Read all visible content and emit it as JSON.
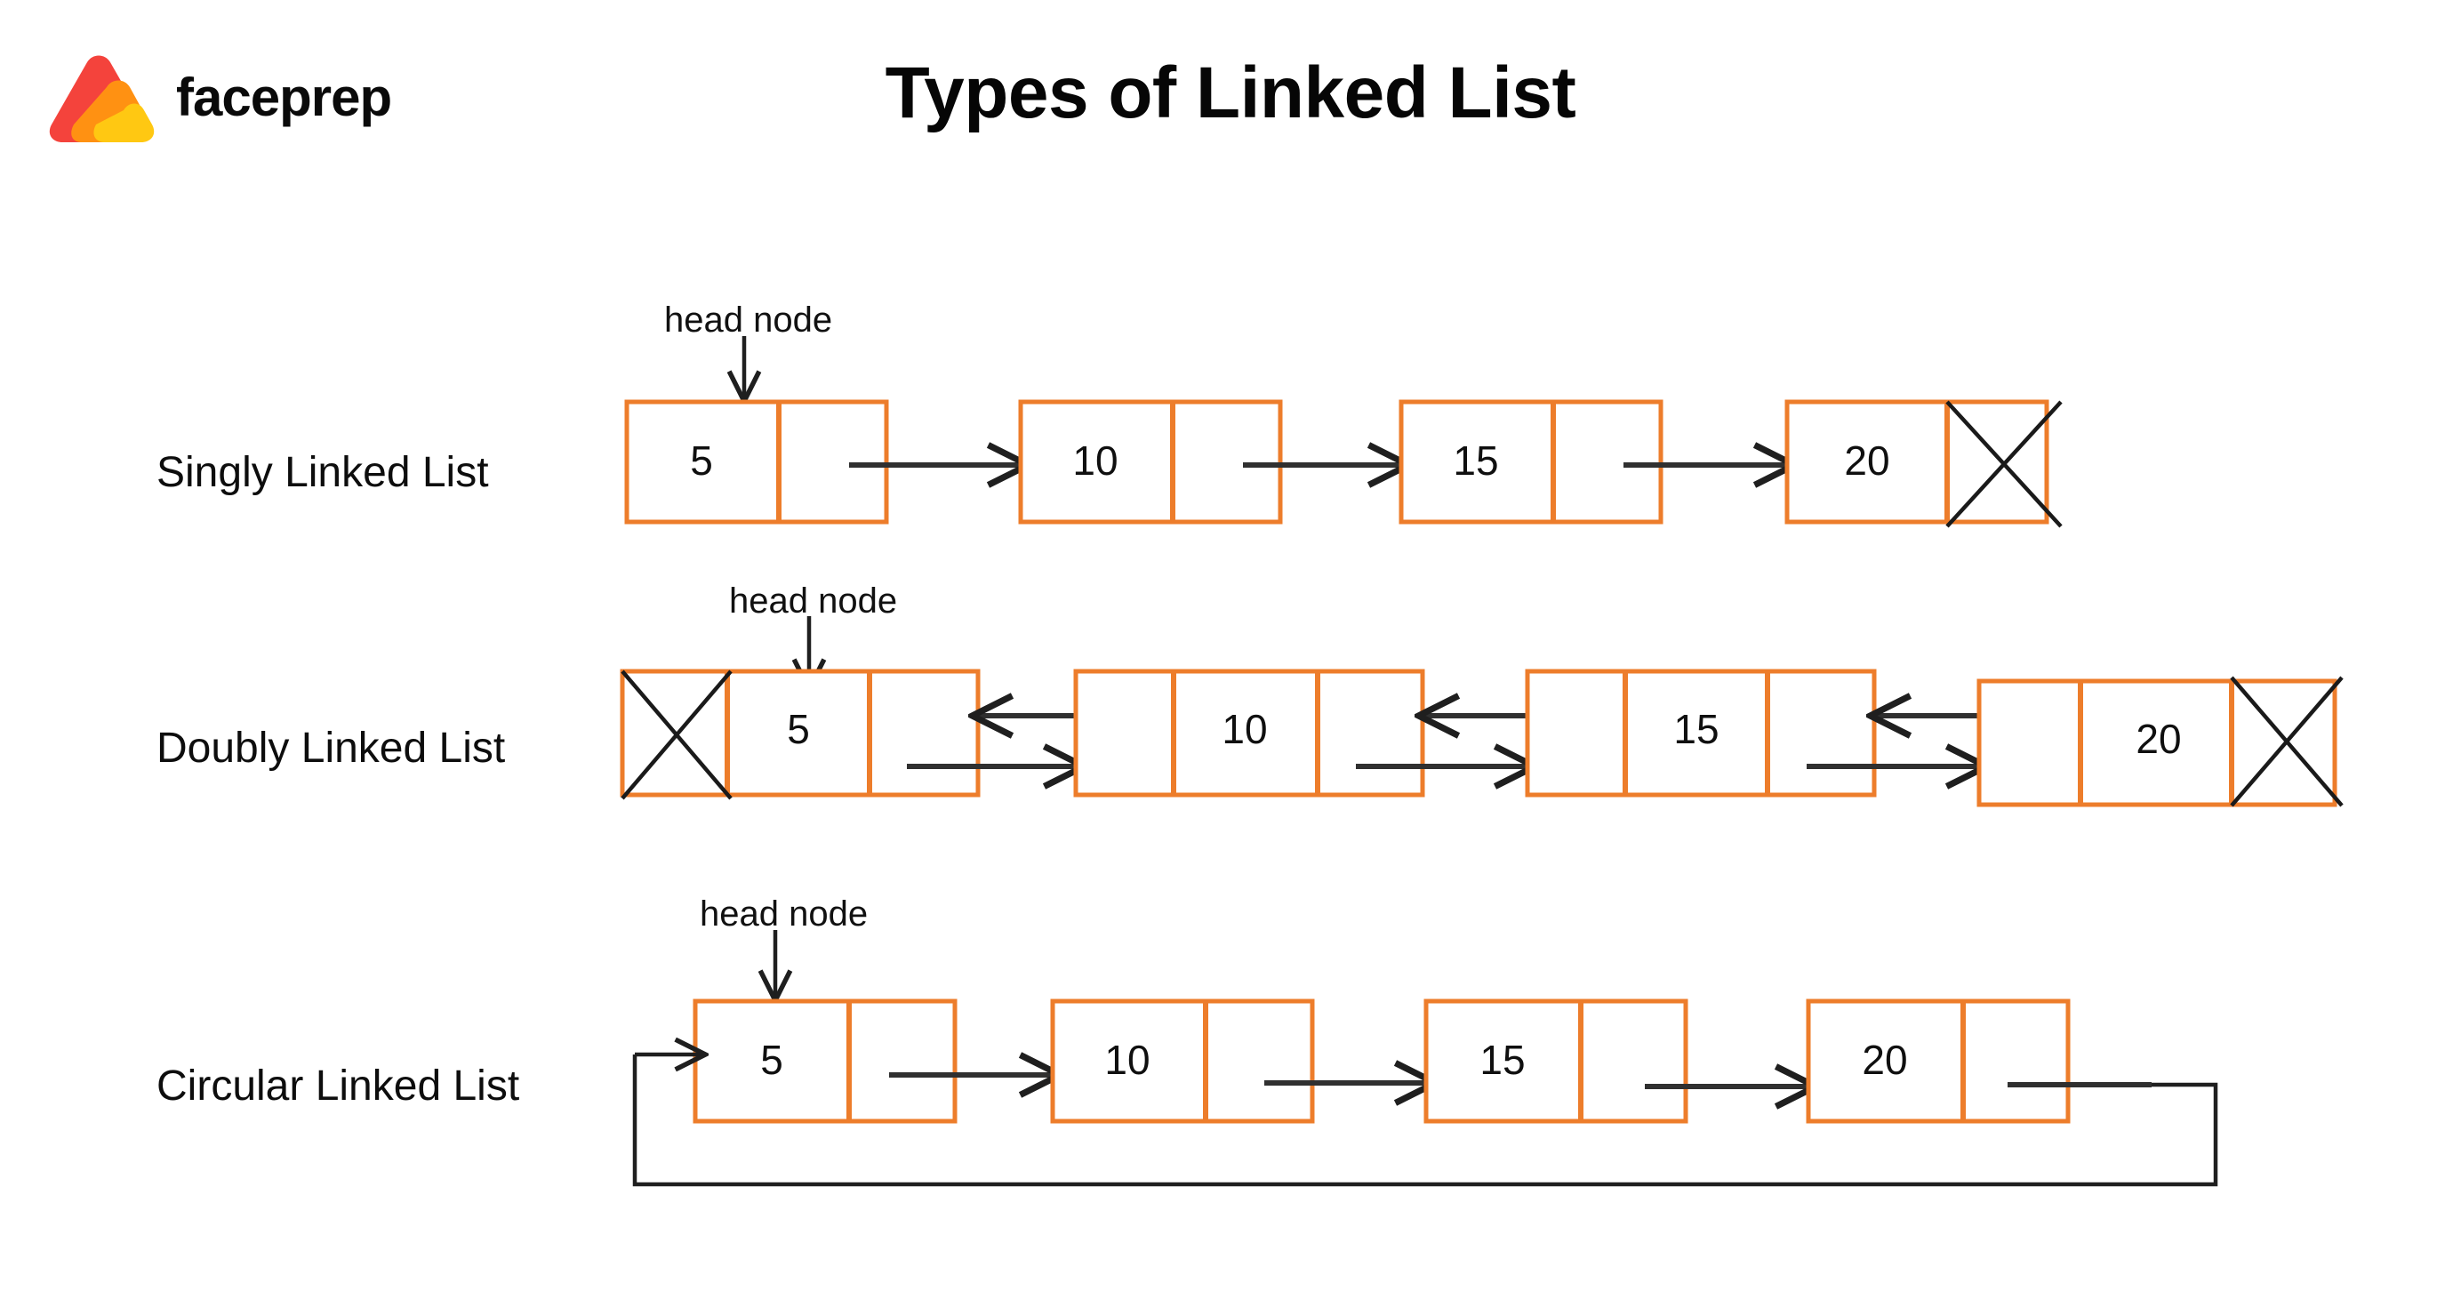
{
  "brand": {
    "name": "faceprep",
    "logo_icon": "faceprep-triangle-logo",
    "colors": {
      "red": "#F4433C",
      "orange": "#FF9112",
      "yellow": "#FFC812"
    }
  },
  "header": {
    "title": "Types of Linked List"
  },
  "colors": {
    "node_border": "#ED7D2B",
    "arrow": "#303030",
    "text": "#0f0f0f",
    "background": "#ffffff"
  },
  "head_caption": "head node",
  "rows": [
    {
      "id": "singly",
      "label": "Singly Linked List",
      "values": [
        "5",
        "10",
        "15",
        "20"
      ],
      "cells_per_node": 2,
      "terminator": "null-x-right",
      "head_points_to": "5"
    },
    {
      "id": "doubly",
      "label": "Doubly Linked List",
      "values": [
        "5",
        "10",
        "15",
        "20"
      ],
      "cells_per_node": 3,
      "terminator": "null-x-both-ends",
      "head_points_to": "5"
    },
    {
      "id": "circular",
      "label": "Circular Linked List",
      "values": [
        "5",
        "10",
        "15",
        "20"
      ],
      "cells_per_node": 2,
      "terminator": "loop-back-to-head",
      "head_points_to": "5"
    }
  ],
  "chart_data": {
    "type": "diagram",
    "title": "Types of Linked List",
    "variants": [
      {
        "name": "Singly Linked List",
        "nodes": [
          {
            "data": "5",
            "next": "10",
            "prev": null
          },
          {
            "data": "10",
            "next": "15",
            "prev": null
          },
          {
            "data": "15",
            "next": "20",
            "prev": null
          },
          {
            "data": "20",
            "next": "NULL",
            "prev": null
          }
        ],
        "head": "5"
      },
      {
        "name": "Doubly Linked List",
        "nodes": [
          {
            "data": "5",
            "prev": "NULL",
            "next": "10"
          },
          {
            "data": "10",
            "prev": "5",
            "next": "15"
          },
          {
            "data": "15",
            "prev": "10",
            "next": "20"
          },
          {
            "data": "20",
            "prev": "15",
            "next": "NULL"
          }
        ],
        "head": "5"
      },
      {
        "name": "Circular Linked List",
        "nodes": [
          {
            "data": "5",
            "next": "10",
            "prev": null
          },
          {
            "data": "10",
            "next": "15",
            "prev": null
          },
          {
            "data": "15",
            "next": "20",
            "prev": null
          },
          {
            "data": "20",
            "next": "5",
            "prev": null
          }
        ],
        "head": "5"
      }
    ]
  }
}
